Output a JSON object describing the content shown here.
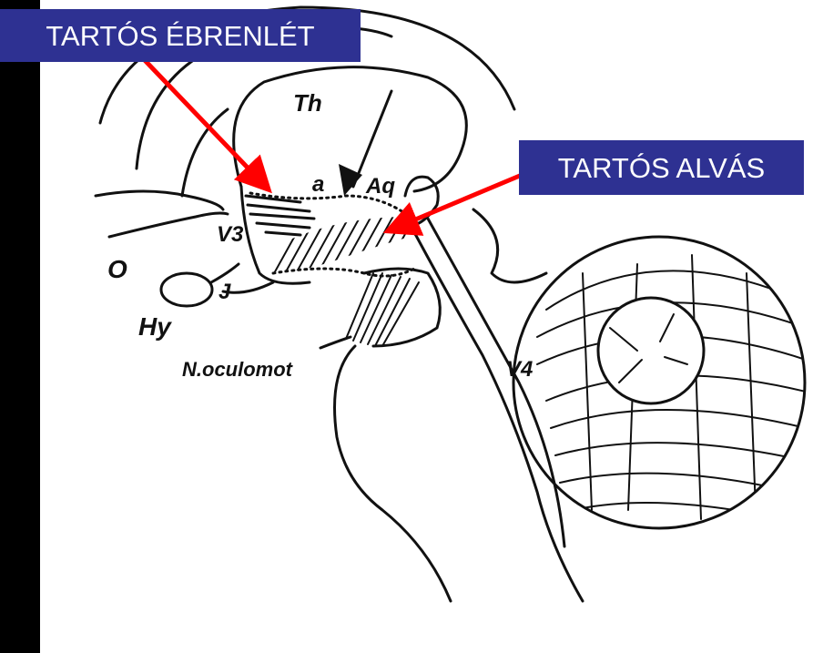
{
  "callouts": {
    "wake": "TARTÓS ÉBRENLÉT",
    "sleep": "TARTÓS ALVÁS"
  },
  "labels": {
    "th": "Th",
    "a": "a",
    "aq": "Aq",
    "v3": "V3",
    "o": "O",
    "hy": "Hy",
    "j": "J",
    "n_oculomot": "N.oculomot",
    "v4": "V4"
  },
  "colors": {
    "callout_bg": "#2e3192",
    "callout_text": "#ffffff",
    "arrow": "#ff0000",
    "ink": "#111111",
    "left_bar": "#000000"
  }
}
